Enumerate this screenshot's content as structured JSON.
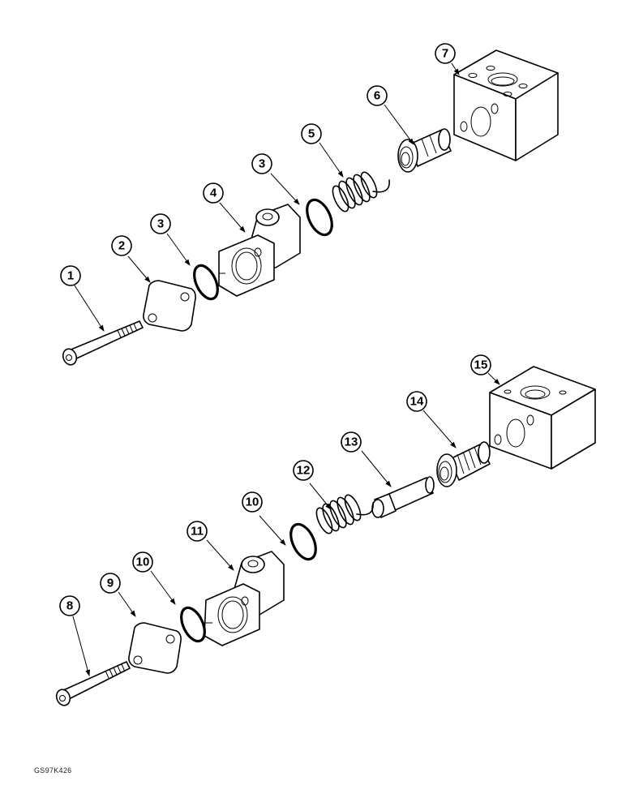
{
  "figure": {
    "id": "GS97K426",
    "type": "exploded parts diagram",
    "assemblies": [
      {
        "name": "upper-valve-assembly",
        "callouts": [
          {
            "n": "1",
            "part": "cap-screw"
          },
          {
            "n": "2",
            "part": "end-cover"
          },
          {
            "n": "3",
            "part": "o-ring"
          },
          {
            "n": "4",
            "part": "housing"
          },
          {
            "n": "3",
            "part": "o-ring"
          },
          {
            "n": "5",
            "part": "spring"
          },
          {
            "n": "6",
            "part": "valve-poppet"
          },
          {
            "n": "7",
            "part": "valve-block"
          }
        ]
      },
      {
        "name": "lower-valve-assembly",
        "callouts": [
          {
            "n": "8",
            "part": "cap-screw"
          },
          {
            "n": "9",
            "part": "end-cover"
          },
          {
            "n": "10",
            "part": "o-ring"
          },
          {
            "n": "11",
            "part": "housing"
          },
          {
            "n": "10",
            "part": "o-ring"
          },
          {
            "n": "12",
            "part": "spring"
          },
          {
            "n": "13",
            "part": "plunger"
          },
          {
            "n": "14",
            "part": "valve-seat"
          },
          {
            "n": "15",
            "part": "valve-block"
          }
        ]
      }
    ]
  },
  "labels": {
    "c1": "1",
    "c2": "2",
    "c3a": "3",
    "c3b": "3",
    "c4": "4",
    "c5": "5",
    "c6": "6",
    "c7": "7",
    "c8": "8",
    "c9": "9",
    "c10a": "10",
    "c10b": "10",
    "c11": "11",
    "c12": "12",
    "c13": "13",
    "c14": "14",
    "c15": "15"
  }
}
